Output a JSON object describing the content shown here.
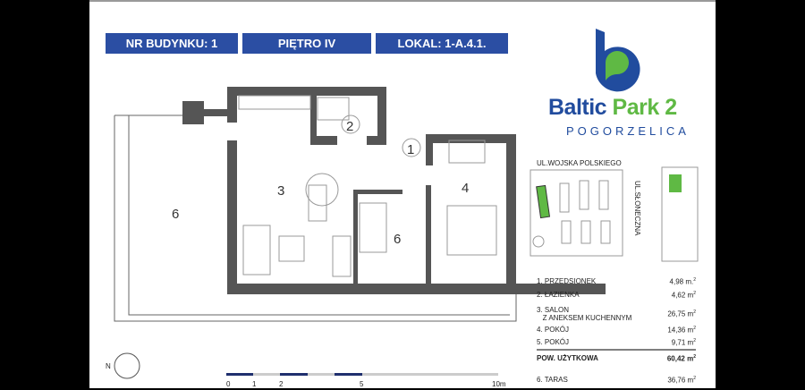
{
  "header": {
    "building": "NR BUDYNKU: 1",
    "floor": "PIĘTRO IV",
    "unit": "LOKAL: 1-A.4.1."
  },
  "brand": {
    "name_part1": "Baltic",
    "name_part2": "Park 2",
    "location": "POGORZELICA",
    "colors": {
      "blue": "#214c9e",
      "green": "#5fb944"
    }
  },
  "plan": {
    "room_labels": [
      "1",
      "2",
      "3",
      "4",
      "6",
      "6"
    ]
  },
  "site_map": {
    "street_top": "UL.WOJSKA POLSKIEGO",
    "street_right": "UL.SŁONECZNA"
  },
  "areas": {
    "items": [
      {
        "label": "1. PRZEDSIONEK",
        "label2": "",
        "value": "4,98 m.",
        "unit_sup": "2"
      },
      {
        "label": "2. ŁAZIENKA",
        "label2": "",
        "value": "4,62 m",
        "unit_sup": "2"
      },
      {
        "label": "3. SALON",
        "label2": "Z ANEKSEM KUCHENNYM",
        "value": "26,75 m",
        "unit_sup": "2"
      },
      {
        "label": "4. POKÓJ",
        "label2": "",
        "value": "14,36 m",
        "unit_sup": "2"
      },
      {
        "label": "5. POKÓJ",
        "label2": "",
        "value": "9,71 m",
        "unit_sup": "2"
      }
    ],
    "total": {
      "label": "POW. UŻYTKOWA",
      "value": "60,42 m",
      "unit_sup": "2"
    },
    "terrace": {
      "label": "6. TARAS",
      "value": "36,76 m",
      "unit_sup": "2"
    }
  },
  "scale": {
    "ticks": [
      "0",
      "1",
      "2",
      "5",
      "10m"
    ]
  },
  "compass": {
    "label": "N"
  }
}
